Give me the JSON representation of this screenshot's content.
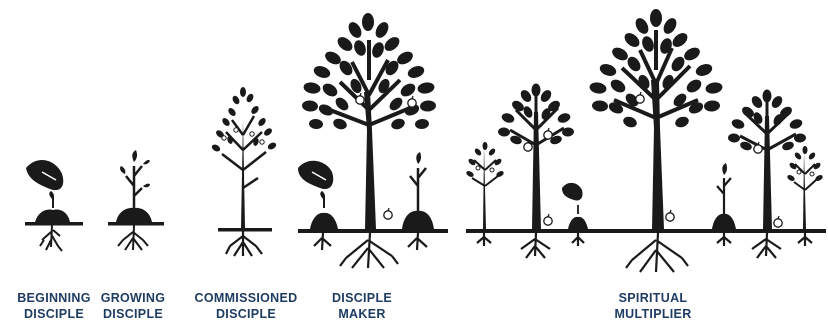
{
  "colors": {
    "ink": "#1a1a1a",
    "label": "#1f3c64",
    "background": "#ffffff"
  },
  "stages": [
    {
      "id": "beginning",
      "line1": "BEGINNING",
      "line2": "DISCIPLE"
    },
    {
      "id": "growing",
      "line1": "GROWING",
      "line2": "DISCIPLE"
    },
    {
      "id": "commissioned",
      "line1": "COMMISSIONED",
      "line2": "DISCIPLE"
    },
    {
      "id": "maker",
      "line1": "DISCIPLE",
      "line2": "MAKER"
    },
    {
      "id": "multiplier",
      "line1": "SPIRITUAL",
      "line2": "MULTIPLIER"
    }
  ]
}
